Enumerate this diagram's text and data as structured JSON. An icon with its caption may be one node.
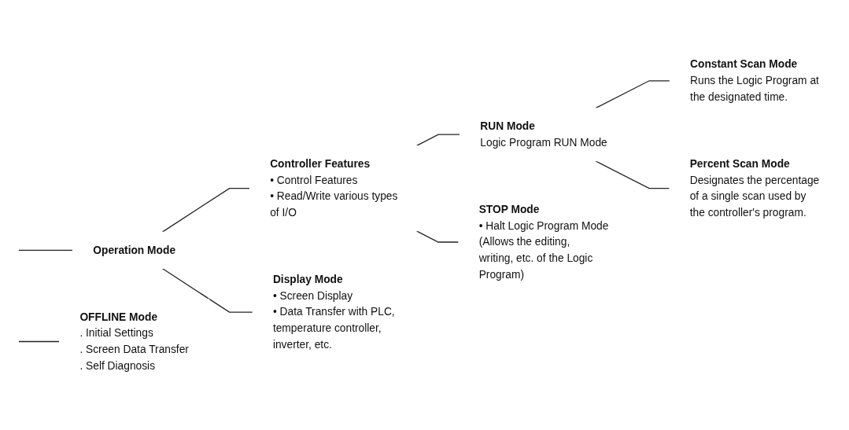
{
  "diagram": {
    "nodes": [
      {
        "text": [
          "Operation Mode"
        ]
      },
      {
        "text": [
          "Controller Features",
          "• Control Features",
          "• Read/Write various types of I/O"
        ]
      },
      {
        "text": [
          "RUN Mode",
          "Logic Program RUN Mode"
        ]
      },
      {
        "text": [
          "Constant Scan Mode",
          "Runs the Logic Program at the designated time."
        ]
      },
      {
        "text": [
          "Percent Scan Mode",
          "Designates the percentage of a single scan used by the controller's program."
        ]
      },
      {
        "text": [
          "Display Mode",
          "• Screen Display",
          "• Data Transfer with PLC, temperature controller, inverter, etc."
        ]
      },
      {
        "text": [
          "OFFLINE Mode",
          ". Initial Settings",
          ". Screen Data Transfer",
          ". Self Diagnosis"
        ]
      },
      {
        "text": [
          "STOP Mode",
          "• Halt Logic Program Mode (Allows the editing, writing, etc. of the Logic Program)"
        ]
      }
    ],
    "edges": [
      {
        "from": null,
        "to": 0,
        "arrow": "none"
      },
      {
        "from": null,
        "to": 6,
        "arrow": "none"
      },
      {
        "from": 0,
        "to": 1,
        "arrow": "none"
      },
      {
        "from": 0,
        "to": 5,
        "arrow": "none"
      },
      {
        "from": 1,
        "to": 2,
        "arrow": "none"
      },
      {
        "from": 1,
        "to": 7,
        "arrow": "none"
      },
      {
        "from": 2,
        "to": 3,
        "arrow": "none"
      },
      {
        "from": 2,
        "to": 4,
        "arrow": "none"
      }
    ]
  }
}
